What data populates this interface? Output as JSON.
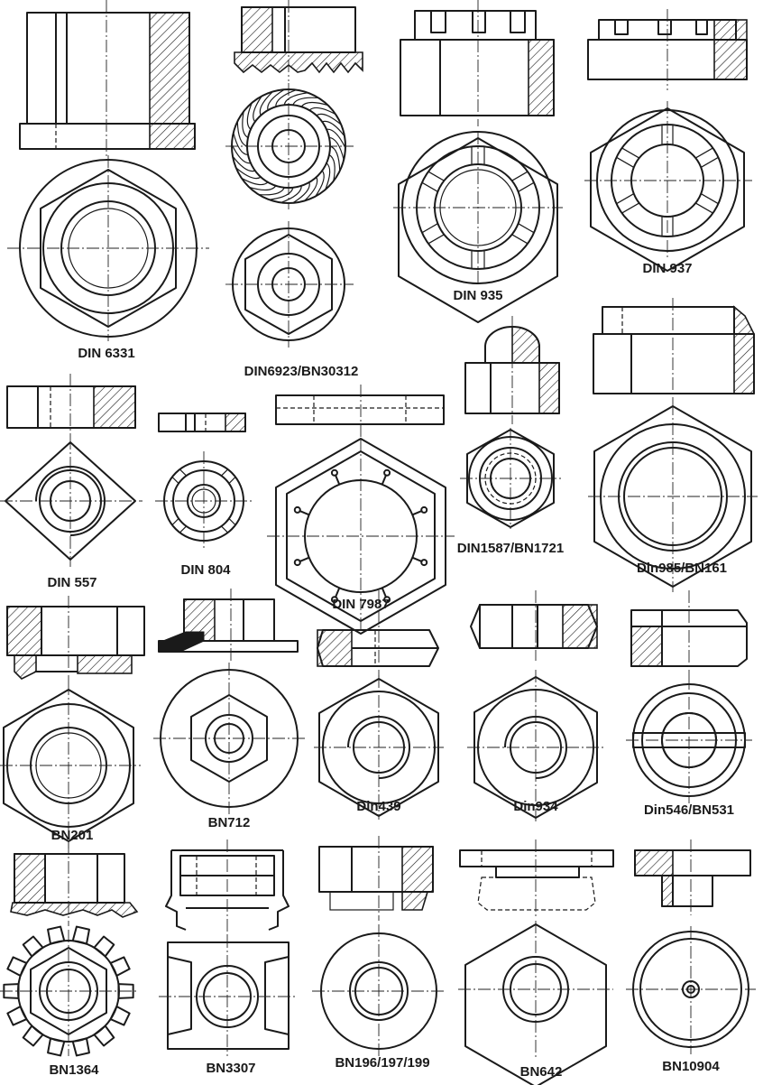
{
  "labels": {
    "din_6331": "DIN 6331",
    "din6923_bn30312": "DIN6923/BN30312",
    "din_935": "DIN 935",
    "din_937": "DIN 937",
    "din_557": "DIN 557",
    "din_804": "DIN 804",
    "din_7987": "DIN 7987",
    "din1587_bn1721": "DIN1587/BN1721",
    "din985_bn161": "Din985/BN161",
    "bn201": "BN201",
    "bn712": "BN712",
    "din439": "Din439",
    "din934": "Din934",
    "din546_bn531": "Din546/BN531",
    "bn1364": "BN1364",
    "bn3307": "BN3307",
    "bn196_197_199": "BN196/197/199",
    "bn642": "BN642",
    "bn10904": "BN10904"
  },
  "colors": {
    "line": "#1a1a1a",
    "background": "#ffffff"
  }
}
